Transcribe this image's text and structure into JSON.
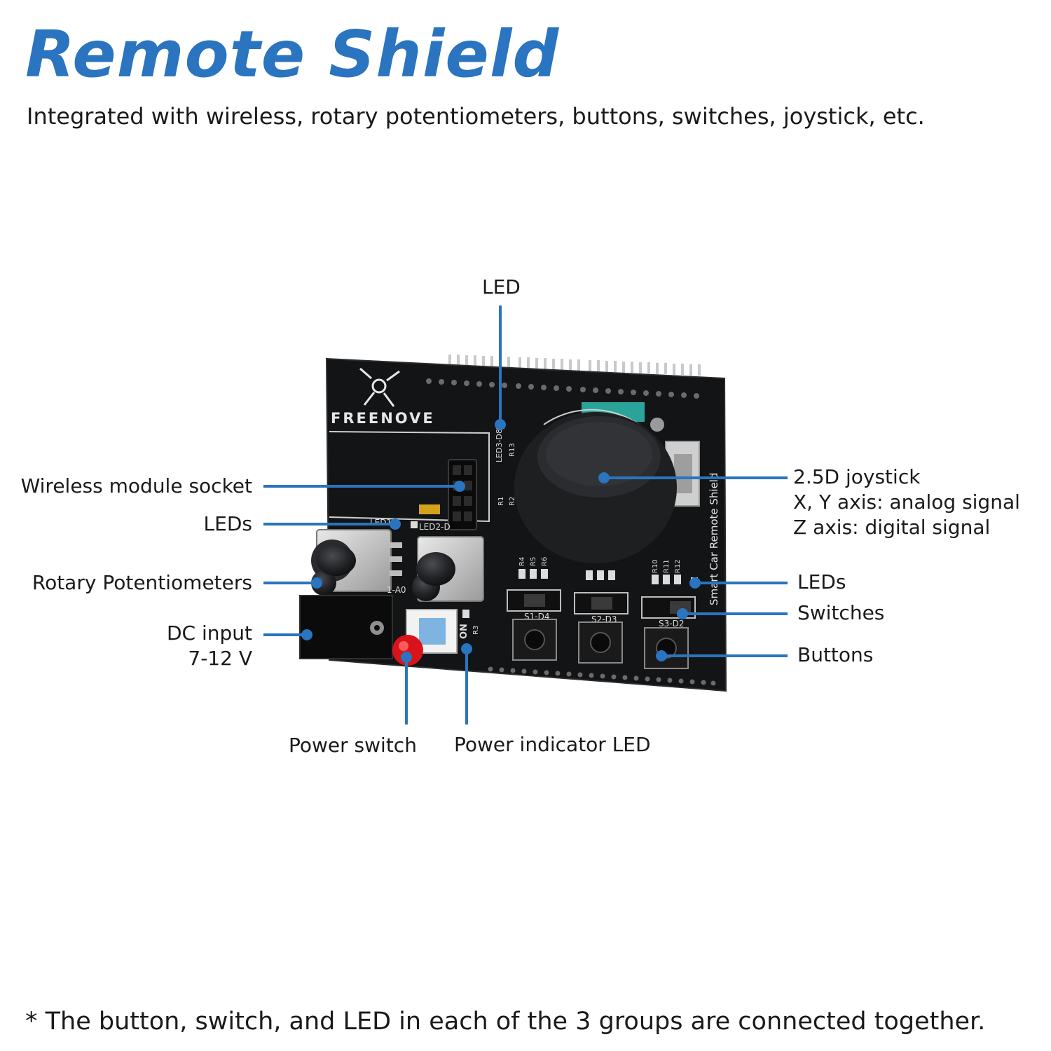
{
  "title": "Remote Shield",
  "subtitle": "Integrated with wireless, rotary potentiometers, buttons, switches, joystick, etc.",
  "footnote": "*  The button, switch, and LED in each of the 3 groups are connected together.",
  "colors": {
    "accent": "#2a74c0",
    "leader_line": "#2a74c0",
    "pcb": "#131416",
    "joystick": "#1e1f21"
  },
  "board": {
    "brand": "FREENOVE",
    "silkscreen": {
      "shield_name": "Smart Car Remote Shield",
      "led3": "LED3-D8",
      "led1": "LED1",
      "led2": "LED2-D",
      "r13": "R13",
      "r1": "R1",
      "r2": "R2",
      "r4": "R4",
      "r5": "R5",
      "r6": "R6",
      "r10": "R10",
      "r11": "R11",
      "r12": "R12",
      "s1": "S1-D4",
      "s2": "S2-D3",
      "s3": "S3-D2",
      "rp1": "1-A0",
      "on": "ON",
      "r3": "R3"
    }
  },
  "labels": {
    "led_top": "LED",
    "wireless": "Wireless module socket",
    "leds_left": "LEDs",
    "rotary": "Rotary Potentiometers",
    "dc_line1": "DC input",
    "dc_line2": "7-12 V",
    "joystick_line1": "2.5D joystick",
    "joystick_line2": "X, Y axis: analog signal",
    "joystick_line3": "Z axis: digital signal",
    "leds_right": "LEDs",
    "switches": "Switches",
    "buttons": "Buttons",
    "power_switch": "Power switch",
    "power_led": "Power indicator LED"
  }
}
